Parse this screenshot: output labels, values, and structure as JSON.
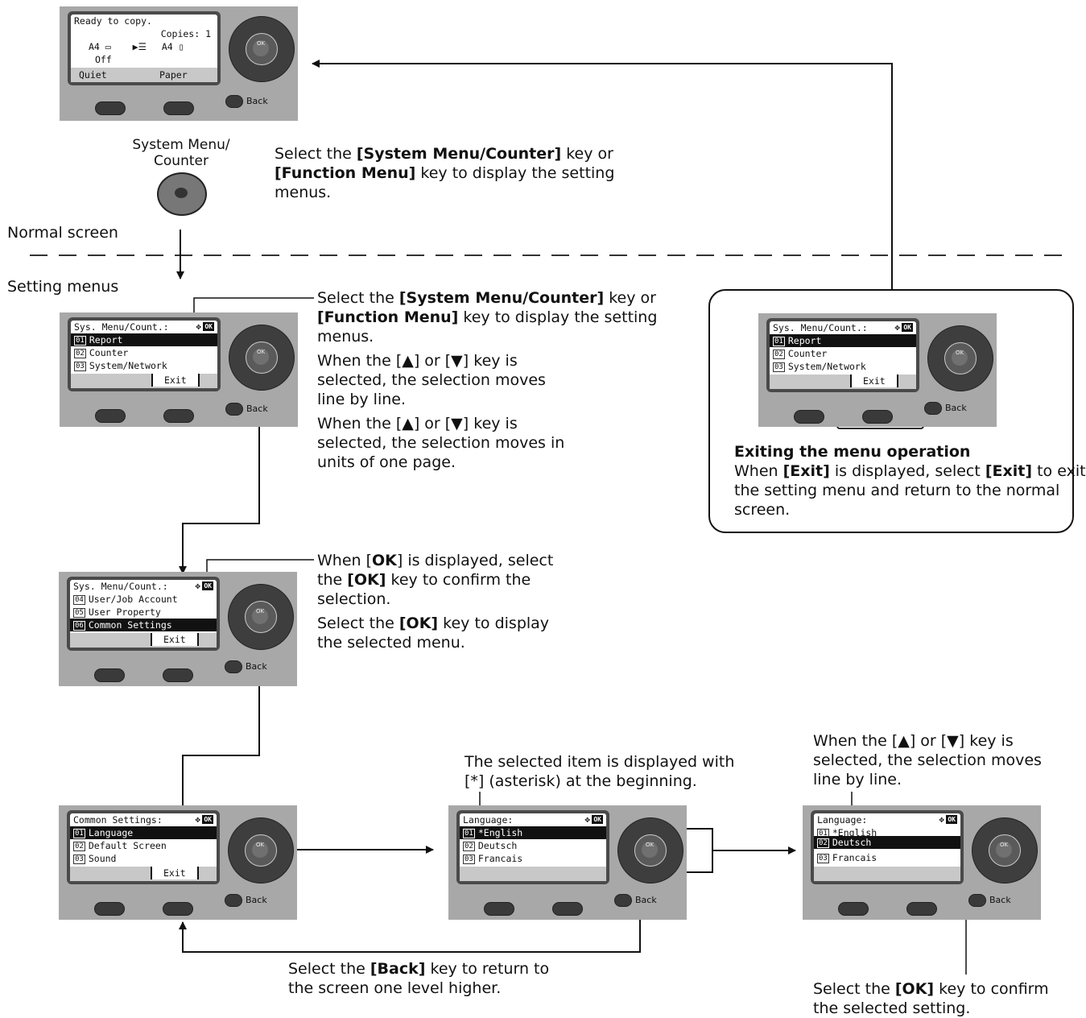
{
  "normal_screen_label": "Normal screen",
  "setting_menus_label": "Setting menus",
  "sysmenu_key_label_1": "System Menu/",
  "sysmenu_key_label_2": "Counter",
  "back_label": "Back",
  "ok_label": "OK",
  "intro_text": {
    "l1a": "Select the ",
    "l1b": "[System Menu/Counter]",
    "l1c": " key or",
    "l2a": "[Function Menu]",
    "l2b": " key to display the setting",
    "l3": "menus."
  },
  "copy_screen": {
    "line1": "Ready to copy.",
    "line2": "Copies:  1",
    "paper_left": "A4",
    "paper_right": "A4",
    "off": "Off",
    "key1": "Quiet",
    "key2": "Paper"
  },
  "menu1": {
    "header": "Sys. Menu/Count.:",
    "items": [
      {
        "num": "01",
        "label": "Report",
        "hl": true
      },
      {
        "num": "02",
        "label": "Counter",
        "hl": false
      },
      {
        "num": "03",
        "label": "System/Network",
        "hl": false
      }
    ],
    "exit": "Exit"
  },
  "menu2": {
    "header": "Sys. Menu/Count.:",
    "items": [
      {
        "num": "04",
        "label": "User/Job Account",
        "hl": false
      },
      {
        "num": "05",
        "label": "User Property",
        "hl": false
      },
      {
        "num": "06",
        "label": "Common Settings",
        "hl": true
      }
    ],
    "exit": "Exit"
  },
  "menu3": {
    "header": "Common Settings:",
    "items": [
      {
        "num": "01",
        "label": "Language",
        "hl": true
      },
      {
        "num": "02",
        "label": "Default Screen",
        "hl": false
      },
      {
        "num": "03",
        "label": "Sound",
        "hl": false
      }
    ],
    "exit": "Exit"
  },
  "menu4": {
    "header": "Language:",
    "items": [
      {
        "num": "01",
        "label": "*English",
        "hl": true
      },
      {
        "num": "02",
        "label": "Deutsch",
        "hl": false
      },
      {
        "num": "03",
        "label": "Francais",
        "hl": false
      }
    ]
  },
  "menu5": {
    "header": "Language:",
    "items": [
      {
        "num": "01",
        "label": "*English",
        "hl": false
      },
      {
        "num": "02",
        "label": "Deutsch",
        "hl": true
      },
      {
        "num": "03",
        "label": "Francais",
        "hl": false
      }
    ]
  },
  "menu_exit": {
    "header": "Sys. Menu/Count.:",
    "items": [
      {
        "num": "01",
        "label": "Report",
        "hl": true
      },
      {
        "num": "02",
        "label": "Counter",
        "hl": false
      },
      {
        "num": "03",
        "label": "System/Network",
        "hl": false
      }
    ],
    "exit": "Exit"
  },
  "callout1": {
    "p1": [
      "Select the ",
      "[System Menu/Counter]",
      " key or"
    ],
    "p1b": [
      "[Function Menu]",
      " key to display the setting"
    ],
    "p1c": "menus.",
    "p2a": "When the [▲] or [▼] key is",
    "p2b": "selected, the selection moves",
    "p2c": "line by line.",
    "p3a": "When the [▲] or [▼] key is",
    "p3b": "selected, the selection moves in",
    "p3c": "units of one page."
  },
  "callout2": {
    "l1a": "When [",
    "l1b": "OK",
    "l1c": "] is displayed, select",
    "l2a": "the ",
    "l2b": "[OK]",
    "l2c": " key to confirm the",
    "l3": "selection.",
    "l4a": "Select the ",
    "l4b": "[OK]",
    "l4c": " key to display",
    "l5": "the selected menu."
  },
  "exit_box": {
    "title": "Exiting the menu operation",
    "l1a": "When ",
    "l1b": "[Exit]",
    "l1c": " is displayed, select ",
    "l1d": "[Exit]",
    "l1e": " to exit",
    "l2": "the setting menu and return to the normal",
    "l3": "screen."
  },
  "asterisk_note": {
    "l1": "The selected item is displayed with",
    "l2": "[*] (asterisk) at the beginning."
  },
  "updown_note": {
    "l1": "When the [▲] or [▼] key is",
    "l2": "selected, the selection moves",
    "l3": "line by line."
  },
  "back_note": {
    "l1a": "Select the ",
    "l1b": "[Back]",
    "l1c": " key to return to",
    "l2": "the screen one level higher."
  },
  "ok_note": {
    "l1a": "Select the ",
    "l1b": "[OK]",
    "l1c": " key to confirm",
    "l2": "the selected setting."
  }
}
